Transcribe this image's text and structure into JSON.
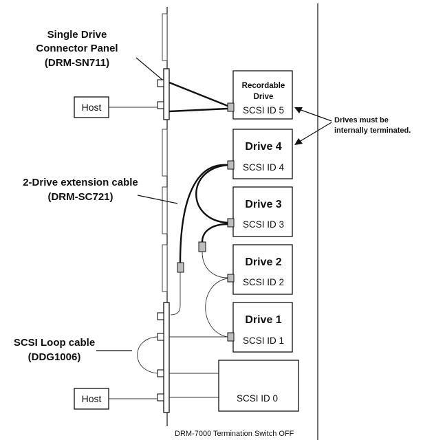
{
  "labels": {
    "single_panel_line1": "Single Drive",
    "single_panel_line2": "Connector Panel",
    "single_panel_model": "(DRM-SN711)",
    "ext_cable_name": "2-Drive extension cable",
    "ext_cable_model": "(DRM-SC721)",
    "loop_cable_name": "SCSI Loop cable",
    "loop_cable_model": "(DDG1006)",
    "terminate_note_line1": "Drives must be",
    "terminate_note_line2": "internally terminated.",
    "footer": "DRM-7000 Termination Switch OFF"
  },
  "hosts": [
    {
      "label": "Host"
    },
    {
      "label": "Host"
    }
  ],
  "drives": [
    {
      "title_line1": "Recordable",
      "title_line2": "Drive",
      "scsi": "SCSI ID 5"
    },
    {
      "title": "Drive 4",
      "scsi": "SCSI ID 4"
    },
    {
      "title": "Drive 3",
      "scsi": "SCSI ID 3"
    },
    {
      "title": "Drive 2",
      "scsi": "SCSI ID 2"
    },
    {
      "title": "Drive 1",
      "scsi": "SCSI ID 1"
    },
    {
      "scsi": "SCSI ID 0"
    }
  ]
}
